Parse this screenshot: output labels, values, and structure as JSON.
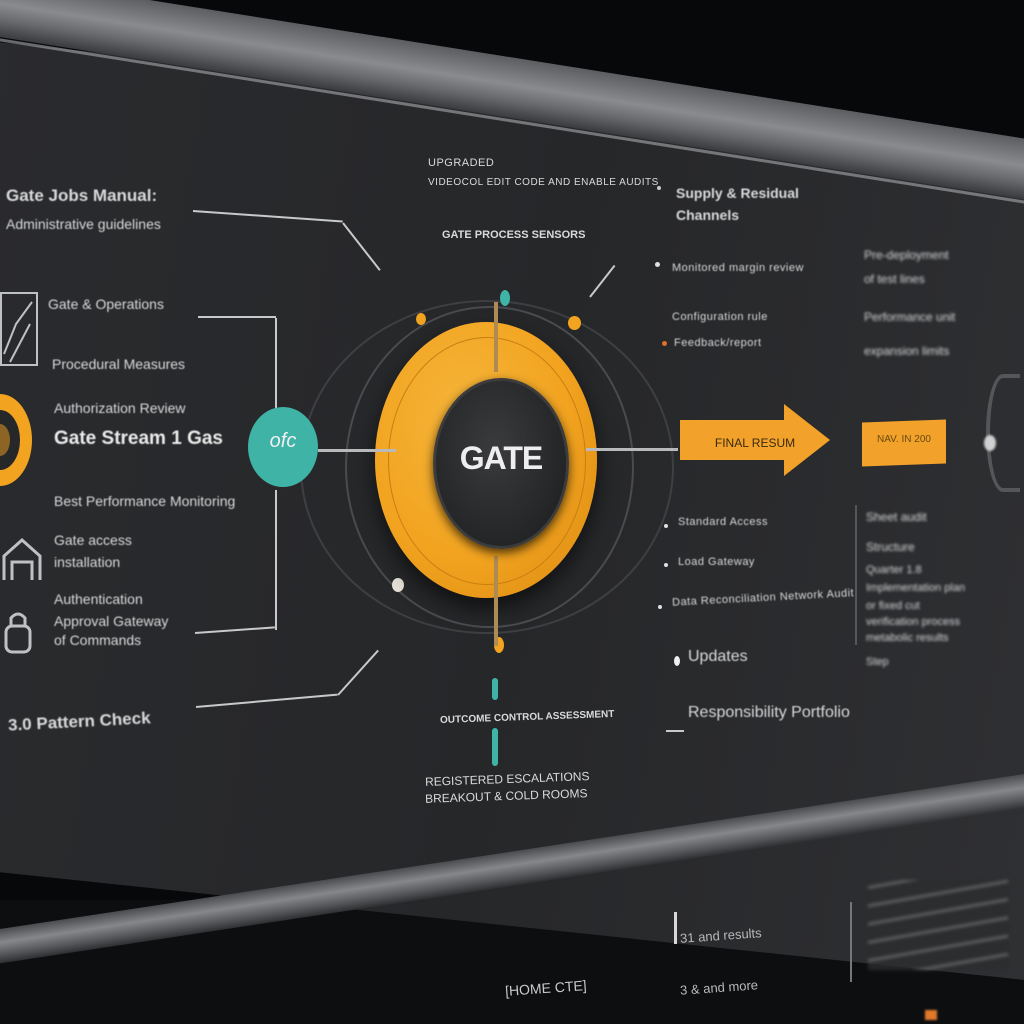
{
  "diagram": {
    "title_center": "GATE",
    "colors": {
      "accent_orange": "#F2A31F",
      "accent_teal": "#3FB3A5",
      "panel_bg": "#2A2B2E",
      "text": "#D9DADB"
    },
    "left_column": {
      "header_line1": "Gate Jobs Manual:",
      "header_line2": "Administrative guidelines",
      "items": [
        {
          "label": "Gate & Operations",
          "icon": "map-icon"
        },
        {
          "label": "Procedural Measures",
          "icon": null
        },
        {
          "label": "Authorization Review",
          "icon": "gear-icon"
        },
        {
          "label": "Gate Stream 1 Gas",
          "icon": null,
          "emphasis": true
        },
        {
          "label": "Best Performance Monitoring",
          "icon": null
        },
        {
          "label": "Gate access",
          "label2": "installation",
          "icon": "house-icon"
        },
        {
          "label": "Authentication",
          "label2": "Approval Gateway",
          "label3": "of Commands",
          "icon": "lock-icon"
        },
        {
          "label": "3.0 Pattern Check",
          "icon": null
        }
      ]
    },
    "top_center": {
      "line1": "UPGRADED",
      "line2": "VIDEOCOL EDIT CODE AND ENABLE AUDITS",
      "subtitle": "GATE PROCESS SENSORS"
    },
    "center_node": {
      "teal_glyph": "ofc",
      "gate_label": "GATE"
    },
    "bottom_center": {
      "label": "OUTCOME CONTROL ASSESSMENT",
      "note_line1": "REGISTERED ESCALATIONS",
      "note_line2": "BREAKOUT & COLD ROOMS"
    },
    "right_upper": {
      "header_line1": "Supply & Residual",
      "header_line2": "Channels",
      "items": [
        "Monitored margin review",
        "Configuration rule",
        "Feedback/report"
      ]
    },
    "arrow": {
      "label": "FINAL RESUM"
    },
    "orange_box": {
      "label": "NAV. IN 200"
    },
    "right_lower": {
      "items": [
        "Standard Access",
        "Load Gateway",
        "Data Reconciliation Network Audit",
        "Updates",
        "Responsibility Portfolio"
      ]
    },
    "far_right": {
      "upper_lines": [
        "Pre-deployment",
        "of test lines",
        "Performance unit",
        "expansion limits"
      ],
      "lower_lines": [
        "Sheet audit",
        "Structure",
        "Quarter 1.8",
        "Implementation plan",
        "or fixed cut",
        "verification process",
        "metabolic results",
        "Step"
      ]
    },
    "lower_panel": {
      "left_label": "[HOME CTE]",
      "mid_line1": "31 and results",
      "mid_line2": "3 & and more"
    }
  }
}
